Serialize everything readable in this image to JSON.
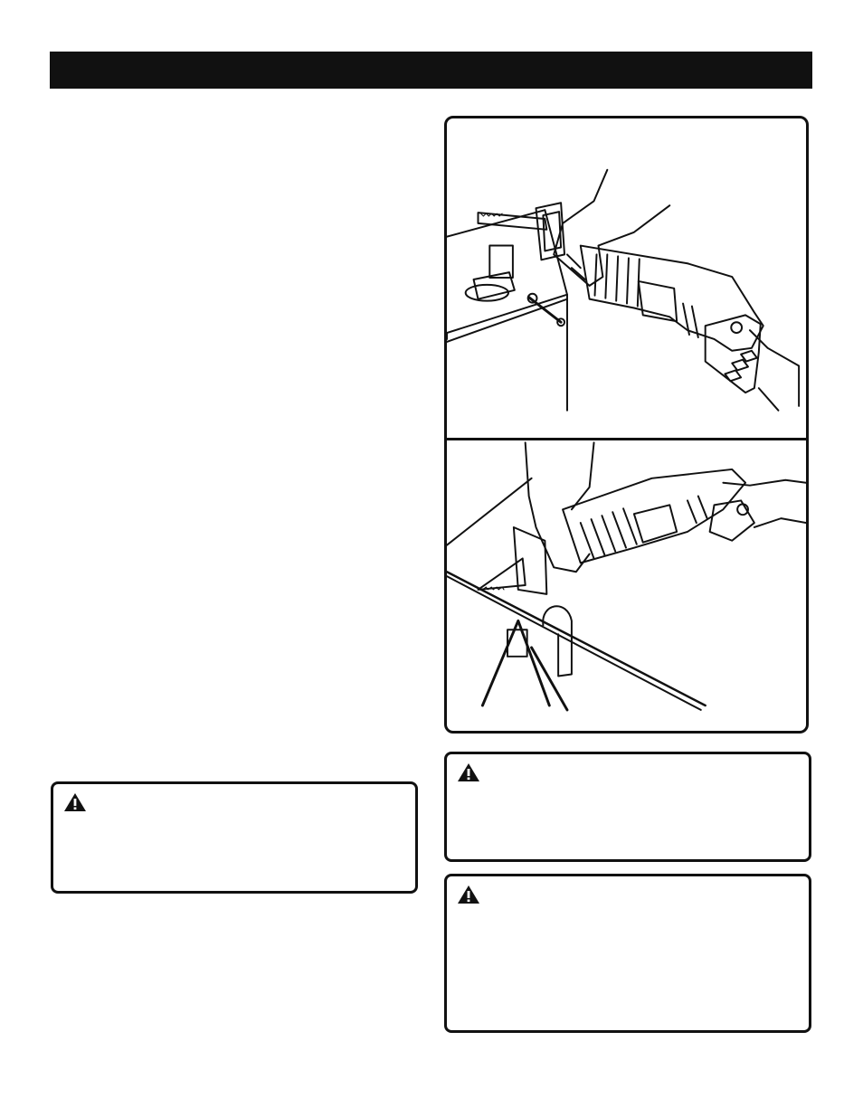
{
  "header": {
    "title": ""
  },
  "figures": [
    {
      "name": "vise-cut-illustration"
    },
    {
      "name": "sawhorse-plunge-cut-illustration"
    }
  ],
  "warnings": [
    {
      "id": "warning-left",
      "icon": "warning-triangle-icon"
    },
    {
      "id": "warning-right-top",
      "icon": "warning-triangle-icon"
    },
    {
      "id": "warning-right-bottom",
      "icon": "warning-triangle-icon"
    }
  ],
  "colors": {
    "ink": "#111111",
    "paper": "#ffffff"
  }
}
